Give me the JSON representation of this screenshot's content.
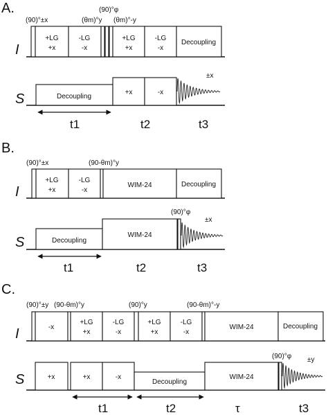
{
  "panels": {
    "A": {
      "label": "A.",
      "channel_i": "I",
      "channel_s": "S",
      "pulse_90": "(90)°±x",
      "theta_m_y": "(θm)°y",
      "pulse_90_phi": "(90)°φ",
      "theta_m_minus_y": "(θm)°-y",
      "blocks": {
        "lg_plus_1a": "+LG",
        "lg_plus_1b": "+x",
        "lg_minus_1a": "-LG",
        "lg_minus_1b": "-x",
        "lg_plus_2a": "+LG",
        "lg_plus_2b": "+x",
        "lg_minus_2a": "-LG",
        "lg_minus_2b": "-x",
        "decoupling_i": "Decoupling",
        "decoupling_s": "Decoupling",
        "s_plus_x": "+x",
        "s_minus_x": "-x",
        "pm_x": "±x"
      },
      "times": {
        "t1": "t1",
        "t2": "t2",
        "t3": "t3"
      }
    },
    "B": {
      "label": "B.",
      "channel_i": "I",
      "channel_s": "S",
      "pulse_90": "(90)°±x",
      "pulse_90_theta": "(90-θm)°y",
      "pulse_90_phi": "(90)°φ",
      "blocks": {
        "lg_plus_a": "+LG",
        "lg_plus_b": "+x",
        "lg_minus_a": "-LG",
        "lg_minus_b": "-x",
        "wim_i": "WIM-24",
        "decoupling_i": "Decoupling",
        "decoupling_s": "Decoupling",
        "wim_s": "WIM-24",
        "pm_x": "±x"
      },
      "times": {
        "t1": "t1",
        "t2": "t2",
        "t3": "t3"
      }
    },
    "C": {
      "label": "C.",
      "channel_i": "I",
      "channel_s": "S",
      "pulse_90_pm_y": "(90)°±y",
      "pulse_90_theta_1": "(90-θm)°y",
      "pulse_90_y": "(90)°y",
      "pulse_90_theta_2": "(90-θm)°-y",
      "pulse_90_phi": "(90)°φ",
      "blocks": {
        "i_minus_x": "-x",
        "lg_plus_1a": "+LG",
        "lg_plus_1b": "+x",
        "lg_minus_1a": "-LG",
        "lg_minus_1b": "-x",
        "lg_plus_2a": "+LG",
        "lg_plus_2b": "+x",
        "lg_minus_2a": "-LG",
        "lg_minus_2b": "-x",
        "wim_i": "WIM-24",
        "decoupling_i": "Decoupling",
        "s_plus_x_1": "+x",
        "s_plus_x_2": "+x",
        "s_minus_x": "-x",
        "decoupling_s": "Decoupling",
        "wim_s": "WIM-24",
        "pm_y": "±y"
      },
      "times": {
        "t1": "t1",
        "t2": "t2",
        "tau": "τ",
        "t3": "t3"
      }
    }
  }
}
